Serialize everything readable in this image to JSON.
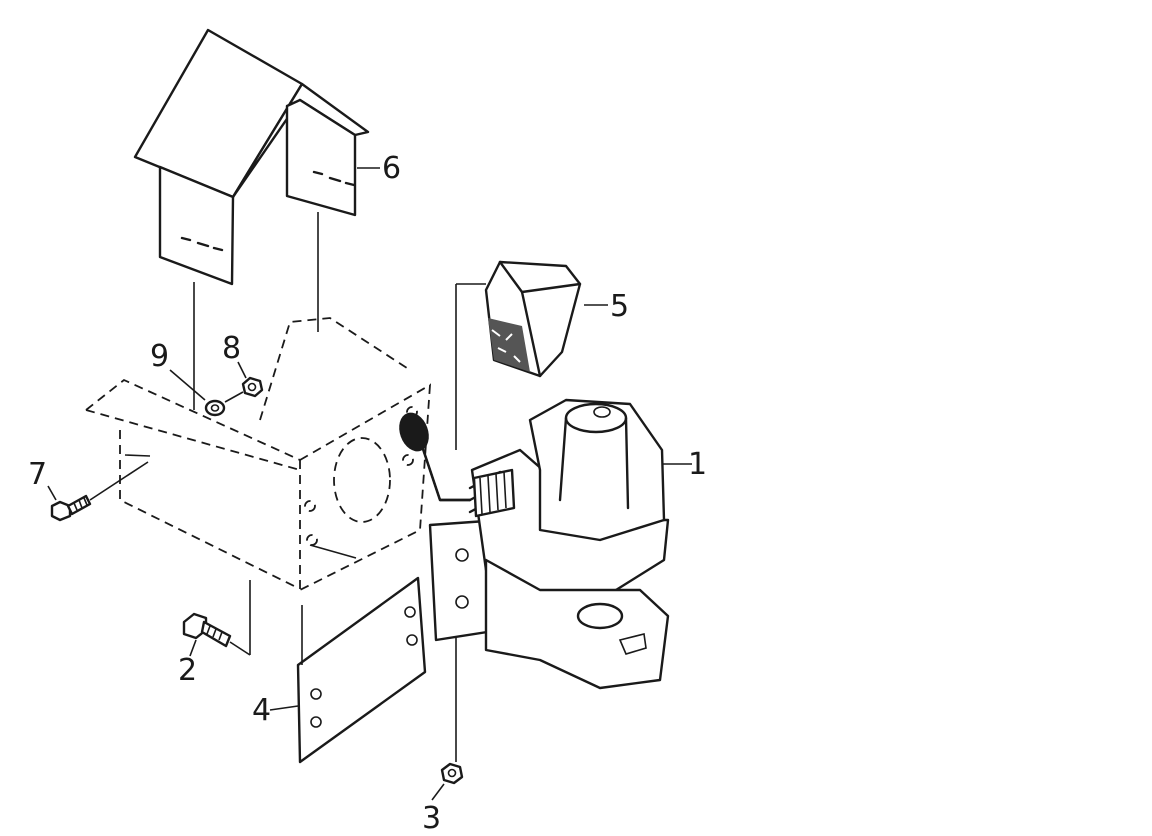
{
  "diagram": {
    "type": "exploded-parts-drawing",
    "colors": {
      "line": "#1a1a1a",
      "background": "#ffffff"
    },
    "callouts": [
      {
        "id": "1",
        "label": "1"
      },
      {
        "id": "2",
        "label": "2"
      },
      {
        "id": "3",
        "label": "3"
      },
      {
        "id": "4",
        "label": "4"
      },
      {
        "id": "5",
        "label": "5"
      },
      {
        "id": "6",
        "label": "6"
      },
      {
        "id": "7",
        "label": "7"
      },
      {
        "id": "8",
        "label": "8"
      },
      {
        "id": "9",
        "label": "9"
      }
    ]
  }
}
